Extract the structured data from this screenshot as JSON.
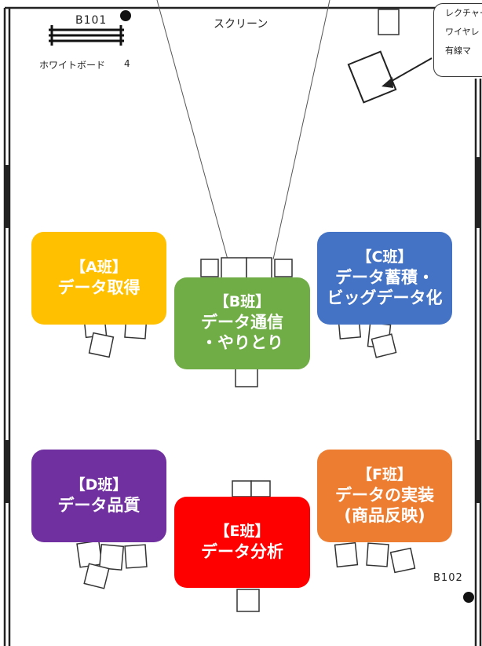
{
  "room": {
    "id_top": "B101",
    "id_bottom": "B102",
    "screen_label": "スクリーン",
    "whiteboard_label": "ホワイトボード",
    "whiteboard_count": "4",
    "callout": [
      "レクチャー",
      "ワイヤレ",
      "有線マ"
    ]
  },
  "groups": [
    {
      "title": "【A班】",
      "lines": [
        "データ取得"
      ],
      "color": "#FFC000"
    },
    {
      "title": "【B班】",
      "lines": [
        "データ通信",
        "・やりとり"
      ],
      "color": "#70AD47"
    },
    {
      "title": "【C班】",
      "lines": [
        "データ蓄積・",
        "ビッグデータ化"
      ],
      "color": "#4472C4"
    },
    {
      "title": "【D班】",
      "lines": [
        "データ品質"
      ],
      "color": "#7030A0"
    },
    {
      "title": "【E班】",
      "lines": [
        "データ分析"
      ],
      "color": "#FF0000"
    },
    {
      "title": "【F班】",
      "lines": [
        "データの実装",
        "(商品反映)"
      ],
      "color": "#ED7D31"
    }
  ]
}
